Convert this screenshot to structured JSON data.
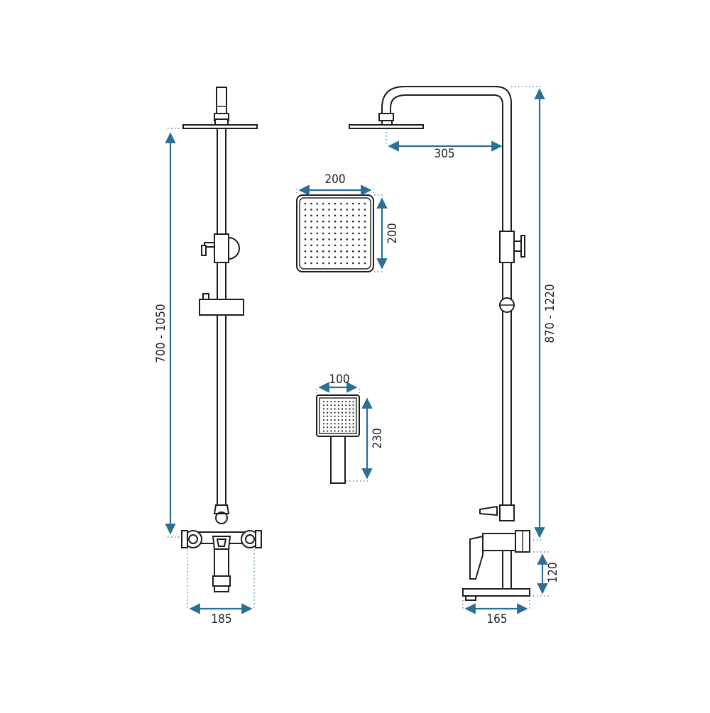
{
  "colors": {
    "dimension": "#2b6f93",
    "outline": "#1e1e1e"
  },
  "dimensions": {
    "front_height": "700 - 1050",
    "front_width": "185",
    "head_width": "200",
    "head_height": "200",
    "hand_width": "100",
    "hand_height": "230",
    "arm_reach": "305",
    "side_height": "870 - 1220",
    "mixer_height": "120",
    "side_depth": "165"
  }
}
